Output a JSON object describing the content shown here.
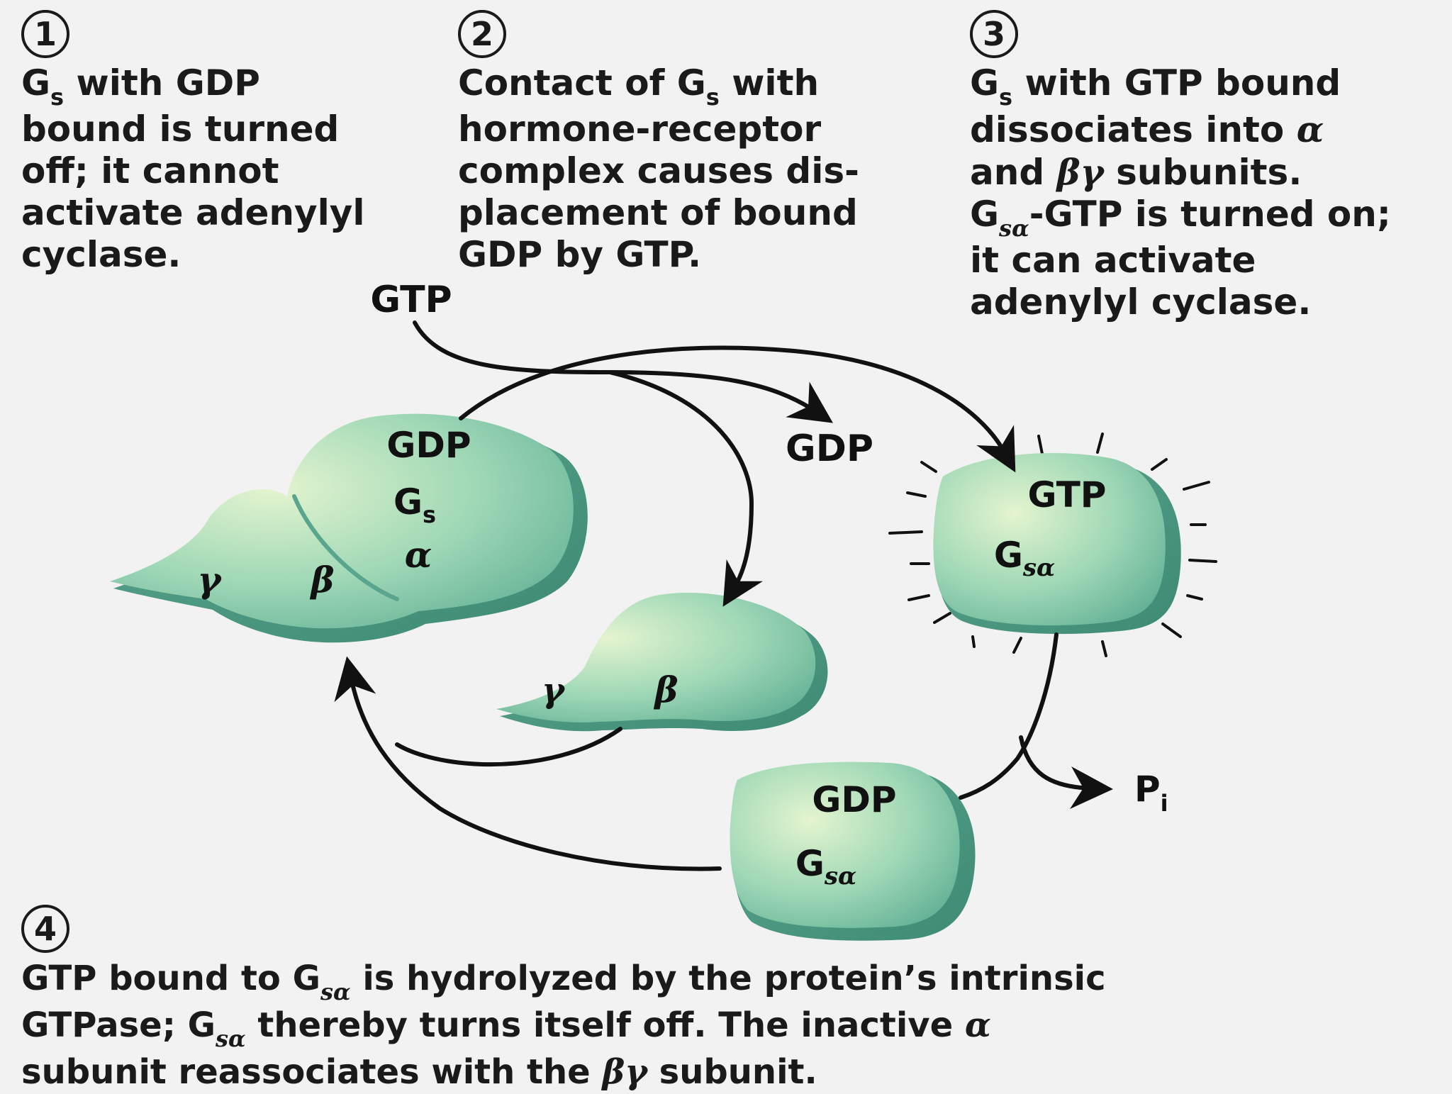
{
  "steps": [
    {
      "num": "1",
      "lines": [
        [
          "G",
          "s",
          " with GDP"
        ],
        [
          "bound is turned"
        ],
        [
          "off; it cannot"
        ],
        [
          "activate adenylyl"
        ],
        [
          "cyclase."
        ]
      ]
    },
    {
      "num": "2",
      "lines": [
        [
          "Contact of G",
          "s",
          " with"
        ],
        [
          "hormone-receptor"
        ],
        [
          "complex causes dis-"
        ],
        [
          "placement of bound"
        ],
        [
          "GDP by GTP."
        ]
      ]
    },
    {
      "num": "3",
      "lines": [
        [
          "G",
          "s",
          " with GTP bound"
        ],
        [
          "dissociates into ",
          "α"
        ],
        [
          "and ",
          "βγ",
          " subunits."
        ],
        [
          "G",
          "sα",
          "-GTP is turned on;"
        ],
        [
          "it can activate"
        ],
        [
          "adenylyl cyclase."
        ]
      ]
    },
    {
      "num": "4",
      "lines": [
        [
          "GTP bound to G",
          "sα",
          " is hydrolyzed by the protein’s intrinsic"
        ],
        [
          "GTPase; G",
          "sα",
          " thereby turns itself off. The inactive ",
          "α"
        ],
        [
          "subunit reassociates with the ",
          "βγ",
          " subunit."
        ]
      ]
    }
  ],
  "diagram": {
    "gtp_in": "GTP",
    "gdp_out": "GDP",
    "complex": {
      "gdp": "GDP",
      "g": "G",
      "g_sub": "s",
      "alpha": "α",
      "beta": "β",
      "gamma": "γ"
    },
    "beta_gamma": {
      "gamma": "γ",
      "beta": "β"
    },
    "active": {
      "gtp": "GTP",
      "g": "G",
      "g_sub": "sα"
    },
    "inactive": {
      "gdp": "GDP",
      "g": "G",
      "g_sub": "sα"
    },
    "pi": {
      "p": "P",
      "sub": "i"
    }
  },
  "colors": {
    "protein_light": "#d9efc6",
    "protein_mid": "#8fcfae",
    "protein_dark": "#4e9c86",
    "arrow": "#111111",
    "background": "#f2f2f2"
  }
}
